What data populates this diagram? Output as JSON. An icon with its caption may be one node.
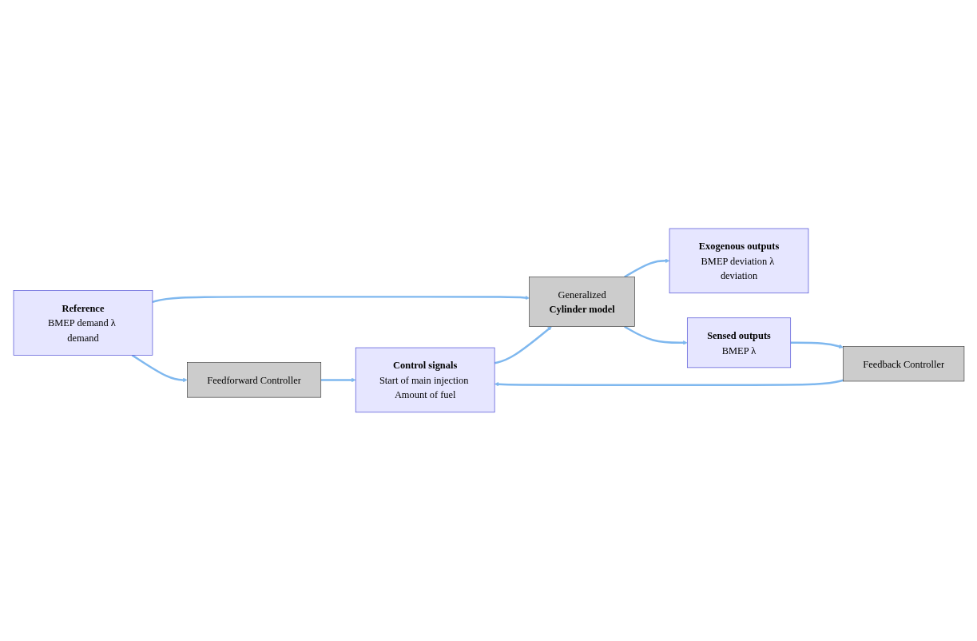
{
  "diagram": {
    "nodes": [
      {
        "text": [
          "Reference",
          "BMEP demand λ demand"
        ]
      },
      {
        "text": [
          "Feedforward Controller"
        ]
      },
      {
        "text": [
          "Control signals",
          "Start of main injection Amount of fuel"
        ]
      },
      {
        "text": [
          "Generalized",
          "Cylinder model"
        ]
      },
      {
        "text": [
          "Exogenous outputs",
          "BMEP deviation λ deviation"
        ]
      },
      {
        "text": [
          "Sensed outputs",
          "BMEP λ"
        ]
      },
      {
        "text": [
          "Feedback Controller"
        ]
      }
    ],
    "edges": [
      {
        "from": 0,
        "to": 1,
        "arrow": "to"
      },
      {
        "from": 1,
        "to": 2,
        "arrow": "to"
      },
      {
        "from": 0,
        "to": 3,
        "arrow": "to"
      },
      {
        "from": 2,
        "to": 3,
        "arrow": "to"
      },
      {
        "from": 3,
        "to": 4,
        "arrow": "to"
      },
      {
        "from": 3,
        "to": 5,
        "arrow": "to"
      },
      {
        "from": 5,
        "to": 6,
        "arrow": "to"
      },
      {
        "from": 6,
        "to": 2,
        "arrow": "to"
      }
    ]
  }
}
